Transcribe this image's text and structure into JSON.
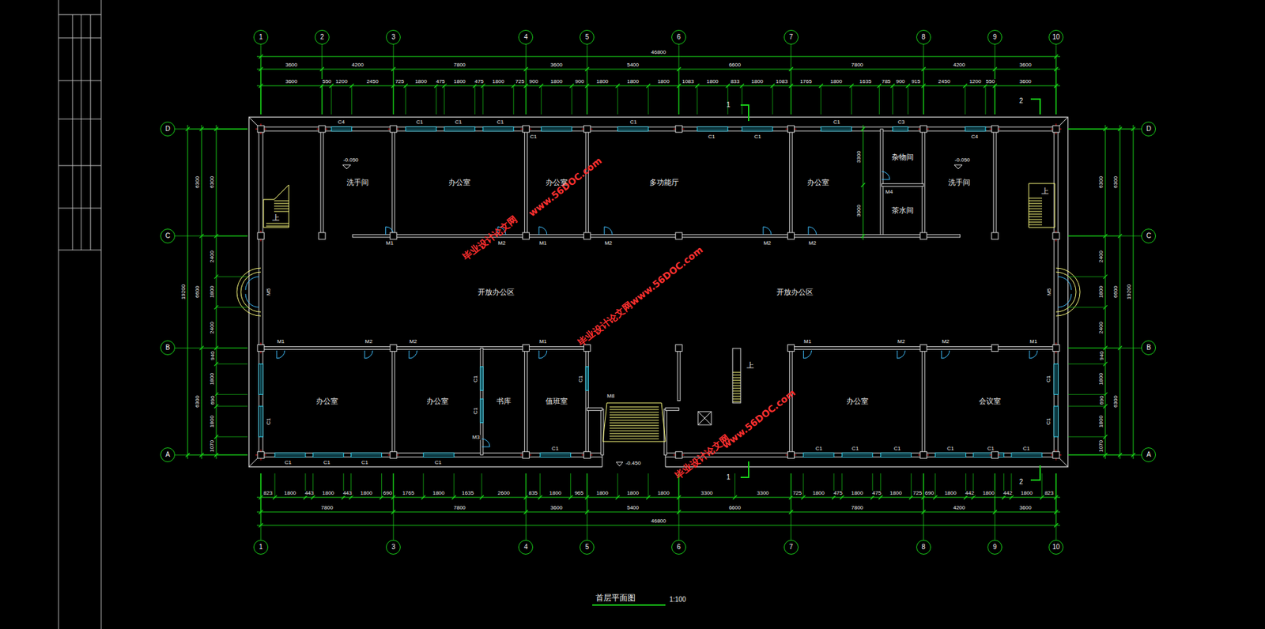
{
  "diagram": {
    "caption": "首层平面图",
    "nodes": [
      {
        "text": [
          "1"
        ]
      },
      {
        "text": [
          "2"
        ]
      },
      {
        "text": [
          "3"
        ]
      },
      {
        "text": [
          "4"
        ]
      },
      {
        "text": [
          "5"
        ]
      },
      {
        "text": [
          "6"
        ]
      },
      {
        "text": [
          "7"
        ]
      },
      {
        "text": [
          "8"
        ]
      },
      {
        "text": [
          "9"
        ]
      },
      {
        "text": [
          "10"
        ]
      },
      {
        "text": [
          "D"
        ]
      },
      {
        "text": [
          "C"
        ]
      },
      {
        "text": [
          "B"
        ]
      },
      {
        "text": [
          "A"
        ]
      },
      {
        "text": [
          "D"
        ]
      },
      {
        "text": [
          "C"
        ]
      },
      {
        "text": [
          "B"
        ]
      },
      {
        "text": [
          "A"
        ]
      },
      {
        "text": [
          "洗手间"
        ]
      },
      {
        "text": [
          "办公室"
        ]
      },
      {
        "text": [
          "办公室"
        ]
      },
      {
        "text": [
          "多功能厅"
        ]
      },
      {
        "text": [
          "办公室"
        ]
      },
      {
        "text": [
          "杂物间"
        ]
      },
      {
        "text": [
          "茶水间"
        ]
      },
      {
        "text": [
          "洗手间"
        ]
      },
      {
        "text": [
          "开放办公区"
        ]
      },
      {
        "text": [
          "开放办公区"
        ]
      },
      {
        "text": [
          "办公室"
        ]
      },
      {
        "text": [
          "办公室"
        ]
      },
      {
        "text": [
          "书库"
        ]
      },
      {
        "text": [
          "值班室"
        ]
      },
      {
        "text": [
          "办公室"
        ]
      },
      {
        "text": [
          "会议室"
        ]
      },
      {
        "text": [
          "1"
        ]
      },
      {
        "text": [
          "3"
        ]
      },
      {
        "text": [
          "4"
        ]
      },
      {
        "text": [
          "5"
        ]
      },
      {
        "text": [
          "6"
        ]
      },
      {
        "text": [
          "7"
        ]
      },
      {
        "text": [
          "8"
        ]
      },
      {
        "text": [
          "9"
        ]
      },
      {
        "text": [
          "10"
        ]
      }
    ],
    "labels": [
      "46800",
      "3600",
      "4200",
      "7800",
      "3600",
      "5400",
      "6600",
      "7800",
      "4200",
      "3600",
      "3600",
      "550",
      "1200",
      "2450",
      "725",
      "1800",
      "475",
      "1800",
      "475",
      "1800",
      "725",
      "900",
      "1800",
      "900",
      "1800",
      "1800",
      "1800",
      "1083",
      "1800",
      "833",
      "1800",
      "1083",
      "1765",
      "1800",
      "1635",
      "785",
      "900",
      "915",
      "2450",
      "1200",
      "550",
      "3600",
      "823",
      "1800",
      "443",
      "1800",
      "443",
      "1800",
      "690",
      "1765",
      "1800",
      "1635",
      "2600",
      "835",
      "1800",
      "965",
      "1800",
      "1800",
      "1800",
      "3300",
      "3300",
      "725",
      "1800",
      "475",
      "1800",
      "475",
      "1800",
      "725",
      "690",
      "1800",
      "442",
      "1800",
      "442",
      "1800",
      "823",
      "7800",
      "7800",
      "3600",
      "5400",
      "6600",
      "7800",
      "4200",
      "3600",
      "46800",
      "6300",
      "2400",
      "1800",
      "2400",
      "940",
      "1800",
      "690",
      "1800",
      "1070",
      "6300",
      "6600",
      "6300",
      "19200",
      "6300",
      "2400",
      "1800",
      "2400",
      "940",
      "1800",
      "690",
      "1800",
      "1070",
      "6300",
      "6600",
      "6300",
      "19200",
      "3300",
      "3000",
      "-0.050",
      "-0.050",
      "-0.450",
      "1",
      "2",
      "1",
      "2",
      "上",
      "上",
      "上",
      "M5",
      "M5",
      "C4",
      "C1",
      "C1",
      "C1",
      "C1",
      "C1",
      "C1",
      "C1",
      "C1",
      "C3",
      "C4",
      "M1",
      "M2",
      "M1",
      "M2",
      "M2",
      "M2",
      "M4",
      "M1",
      "M2",
      "M2",
      "M1",
      "M1",
      "M2",
      "M2",
      "M1",
      "C1",
      "C1",
      "C1",
      "C1",
      "C1",
      "C1",
      "C1",
      "C1",
      "C1",
      "C1",
      "C1",
      "C1",
      "C1",
      "C1",
      "C1",
      "C1",
      "M3",
      "C1",
      "M8",
      "毕业设计论文网",
      "www.56DOC.com",
      "毕业设计论文网",
      "www.56DOC.com",
      "毕业设计论文网",
      "www.56DOC.com",
      "1:100"
    ]
  }
}
